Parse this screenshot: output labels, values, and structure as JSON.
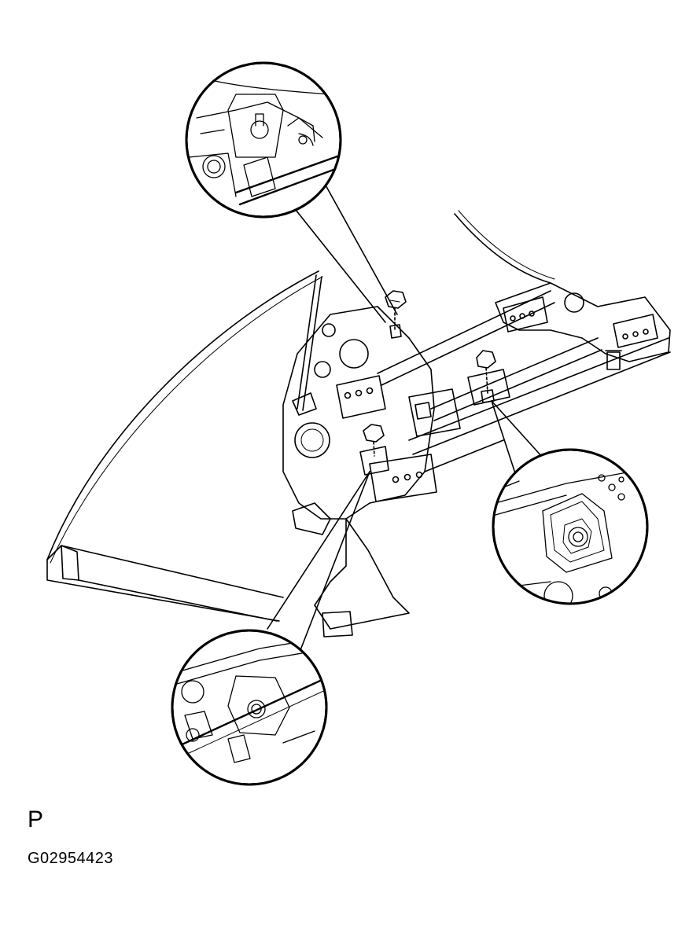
{
  "diagram": {
    "view_label": "P",
    "figure_code": "G02954423",
    "callouts": [
      {
        "name": "upper-detail",
        "shows": "bolt"
      },
      {
        "name": "right-detail",
        "shows": "nut"
      },
      {
        "name": "lower-detail",
        "shows": "bolt"
      }
    ]
  }
}
